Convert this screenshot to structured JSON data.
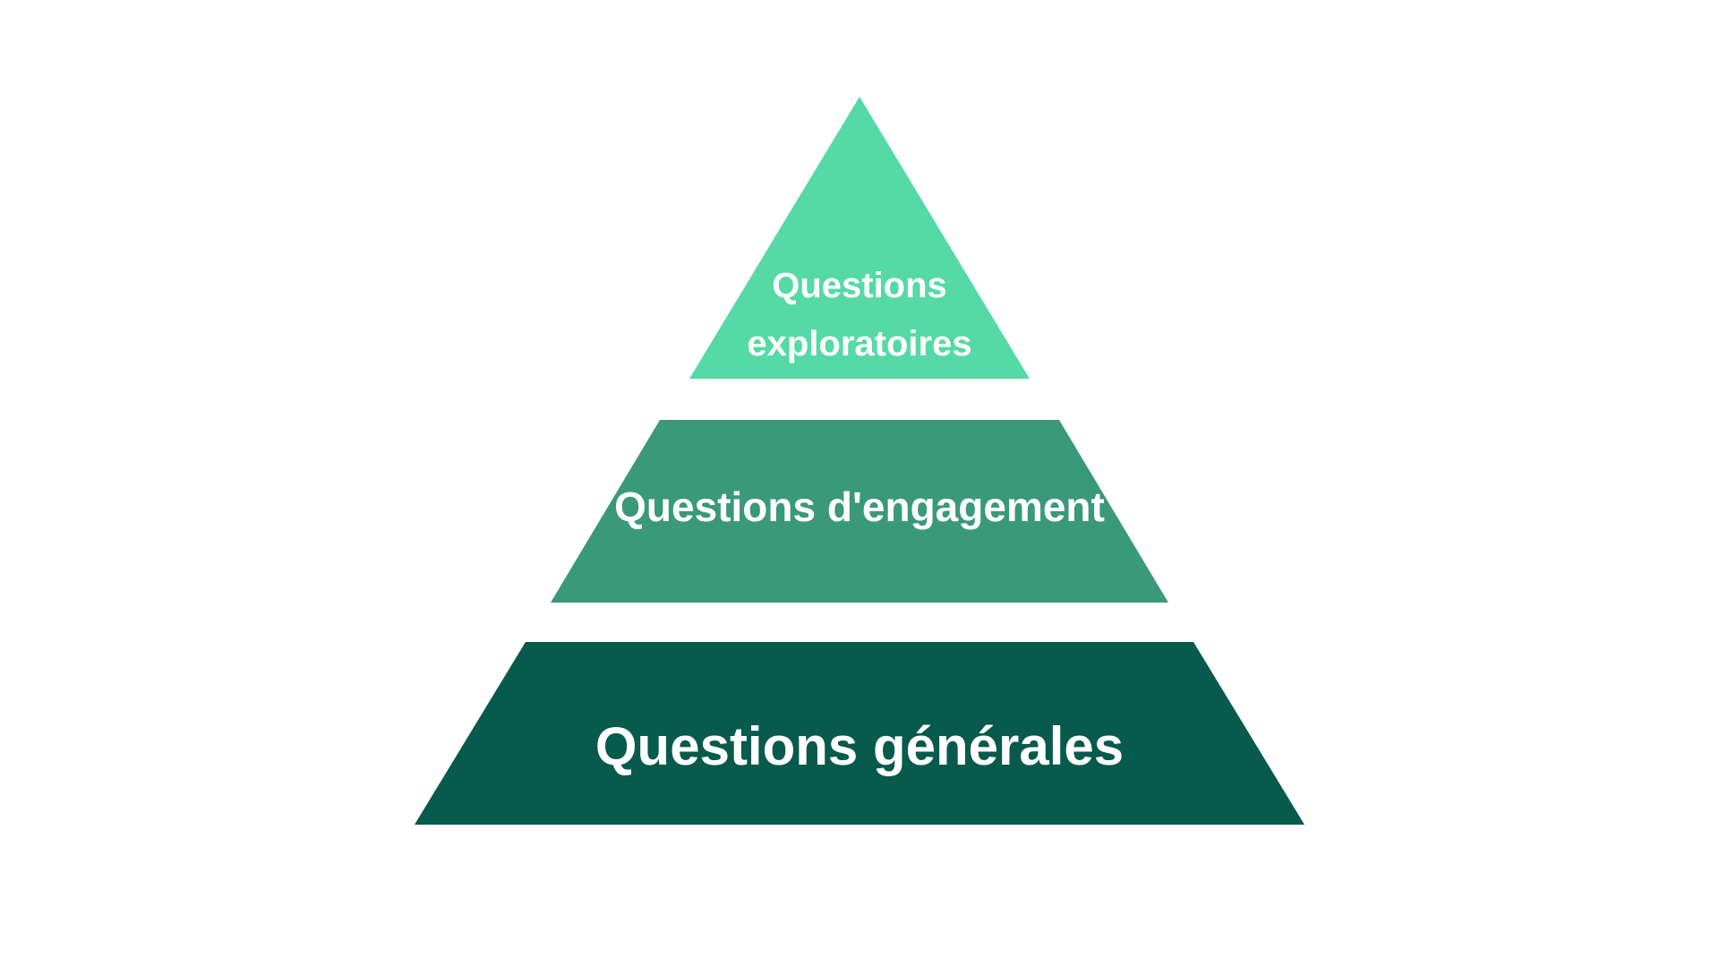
{
  "diagram": {
    "background_color": "#ffffff",
    "text_color": "#ffffff",
    "tiers": [
      {
        "name": "questions-exploratoires",
        "color": "#55D9A7",
        "lines": [
          "Questions",
          "exploratoires"
        ]
      },
      {
        "name": "questions-engagement",
        "color": "#3A9978",
        "lines": [
          "Questions d'engagement"
        ]
      },
      {
        "name": "questions-generales",
        "color": "#075A4C",
        "lines": [
          "Questions générales"
        ]
      }
    ]
  }
}
